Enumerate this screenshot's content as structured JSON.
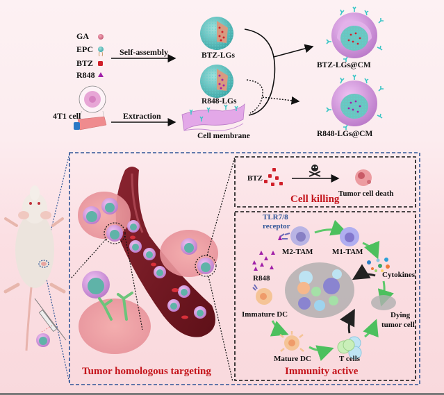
{
  "legend": {
    "items": [
      {
        "label": "GA",
        "icon": "pink-sphere"
      },
      {
        "label": "EPC",
        "icon": "lipid-molecule"
      },
      {
        "label": "BTZ",
        "icon": "red-cube"
      },
      {
        "label": "R848",
        "icon": "purple-triangle"
      }
    ]
  },
  "top": {
    "self_assembly": "Self-assembly",
    "extraction": "Extraction",
    "cell_source": "4T1 cell",
    "btz_lgs": "BTZ-LGs",
    "r848_lgs": "R848-LGs",
    "cell_membrane": "Cell membrane",
    "btz_lgs_cm": "BTZ-LGs@CM",
    "r848_lgs_cm": "R848-LGs@CM"
  },
  "targeting": {
    "title": "Tumor homologous targeting"
  },
  "killing": {
    "drug": "BTZ",
    "result": "Tumor cell death",
    "title": "Cell killing"
  },
  "immunity": {
    "receptor_line1": "TLR7/8",
    "receptor_line2": "receptor",
    "m2": "M2-TAM",
    "m1": "M1-TAM",
    "cytokines": "Cytokines",
    "r848": "R848",
    "immature_dc": "Immature DC",
    "mature_dc": "Mature DC",
    "t_cells": "T cells",
    "dying_line1": "Dying",
    "dying_line2": "tumor cell",
    "title": "Immunity active"
  },
  "colors": {
    "title_red": "#c4141b",
    "receptor_blue": "#2f5597",
    "frame_blue": "#2f5597",
    "membrane_purple": "#d79ae0",
    "core_teal": "#5fb3a8",
    "btz_red": "#d0202a",
    "r848_purple": "#a020a8",
    "vessel": "#7a1a24",
    "arrow_green": "#5cc96a"
  }
}
